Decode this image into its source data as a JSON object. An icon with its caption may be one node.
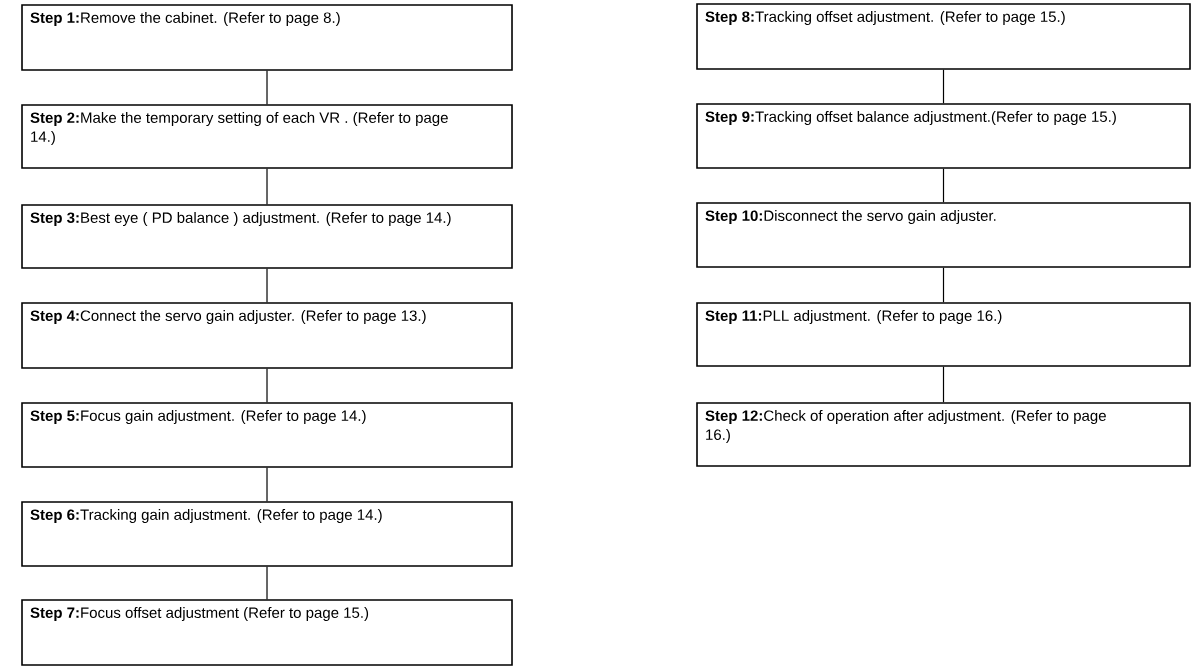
{
  "diagram": {
    "nodes": [
      {
        "text": [
          "**Step 1:**Remove the cabinet. (Refer to page 8.)"
        ]
      },
      {
        "text": [
          "**Step 2:**Make the temporary setting of each VR . (Refer to page 14.)"
        ]
      },
      {
        "text": [
          "**Step 3:**Best eye ( PD balance ) adjustment. (Refer to page 14.)"
        ]
      },
      {
        "text": [
          "**Step 4:**Connect the servo gain adjuster. (Refer to page 13.)"
        ]
      },
      {
        "text": [
          "**Step 5:**Focus gain adjustment. (Refer to page 14.)"
        ]
      },
      {
        "text": [
          "**Step 6:**Tracking gain adjustment. (Refer to page 14.)"
        ]
      },
      {
        "text": [
          "**Step 7:**Focus offset adjustment (Refer to page 15.)"
        ]
      },
      {
        "text": [
          "**Step 8:**Tracking offset adjustment. (Refer to page 15.)"
        ]
      },
      {
        "text": [
          "**Step 9:**Tracking offset balance adjustment.(Refer to page 15.)"
        ]
      },
      {
        "text": [
          "**Step 10:**Disconnect the servo gain adjuster."
        ]
      },
      {
        "text": [
          "**Step 11:**PLL adjustment. (Refer to page 16.)"
        ]
      },
      {
        "text": [
          "**Step 12:**Check of operation after adjustment. (Refer to page 16.)"
        ]
      }
    ],
    "edges": [
      {
        "from": 0,
        "to": 1,
        "arrow": "none"
      },
      {
        "from": 1,
        "to": 2,
        "arrow": "none"
      },
      {
        "from": 2,
        "to": 3,
        "arrow": "none"
      },
      {
        "from": 3,
        "to": 4,
        "arrow": "none"
      },
      {
        "from": 4,
        "to": 5,
        "arrow": "none"
      },
      {
        "from": 5,
        "to": 6,
        "arrow": "none"
      },
      {
        "from": 7,
        "to": 8,
        "arrow": "none"
      },
      {
        "from": 8,
        "to": 9,
        "arrow": "none"
      },
      {
        "from": 9,
        "to": 10,
        "arrow": "none"
      },
      {
        "from": 10,
        "to": 11,
        "arrow": "none"
      }
    ]
  }
}
